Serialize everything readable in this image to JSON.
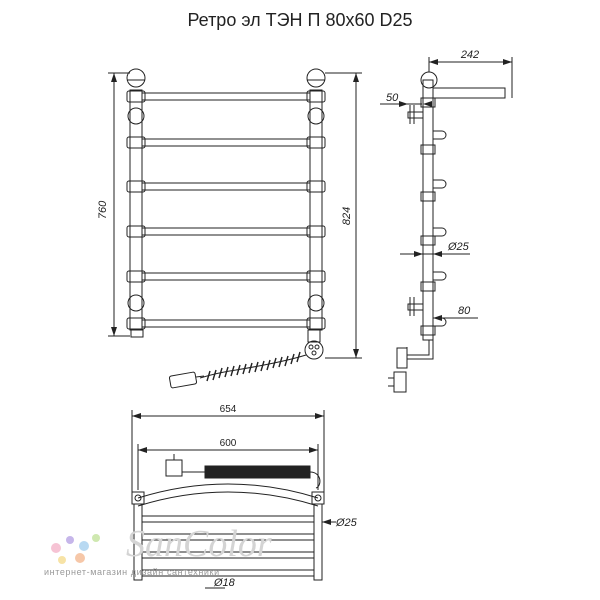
{
  "title": "Ретро эл ТЭН П 80x60 D25",
  "front_view": {
    "height_label": "760",
    "overall_height_label": "824"
  },
  "side_view": {
    "depth_label": "242",
    "offset_label": "50",
    "diameter_label": "Ø25",
    "bottom_offset_label": "80"
  },
  "top_view": {
    "overall_width_label": "654",
    "width_label": "600",
    "diameter_label": "Ø25",
    "pipe_diameter_label": "Ø18"
  },
  "watermark": {
    "brand": "SanColor",
    "tagline": "интернет-магазин дизайн сантехники",
    "dot_colors": [
      "#f6c3d4",
      "#c6b6ea",
      "#b8d9f2",
      "#cfe8b0",
      "#f7e3a6",
      "#f6c7a8"
    ]
  },
  "colors": {
    "line": "#222222",
    "background": "#ffffff"
  }
}
